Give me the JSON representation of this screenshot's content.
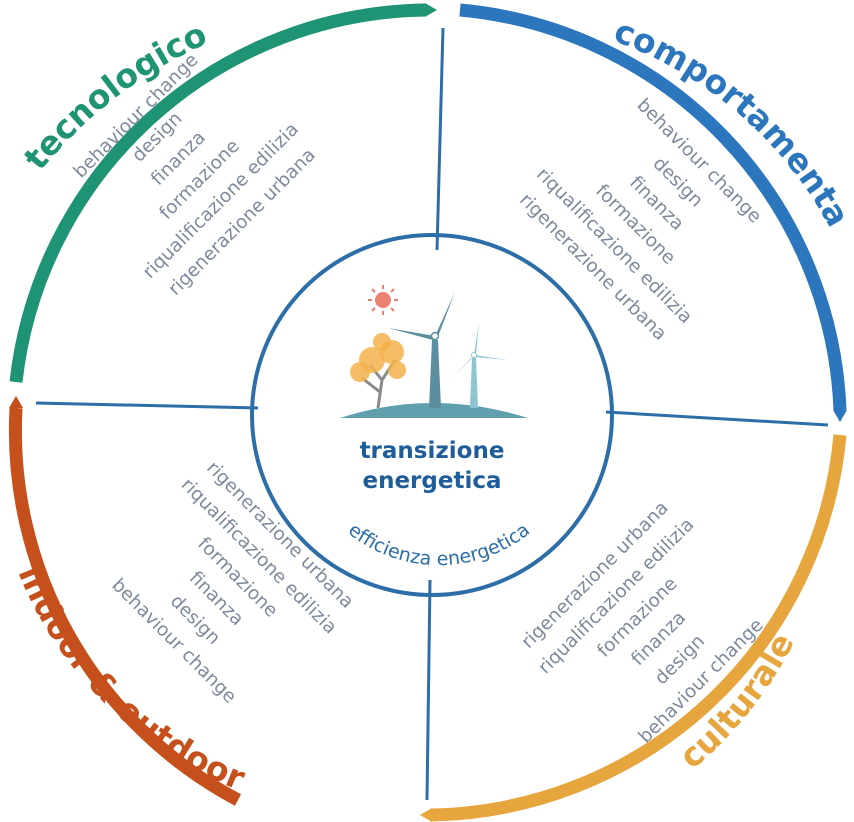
{
  "colors": {
    "tecnologico": "#1e9474",
    "comportamentale": "#2b76bd",
    "culturale": "#e7a53e",
    "indoor_outdoor": "#c6501c",
    "divider": "#2d6ea8",
    "center_title": "#1e5d99",
    "item_text": "#7e8a9b"
  },
  "center": {
    "title_line1": "transizione",
    "title_line2": "energetica",
    "subtitle": "efficienza energetica",
    "illustration": {
      "icons": [
        "sun-icon",
        "tree-icon",
        "wind-turbine-icon",
        "wind-turbine-small-icon",
        "hill-icon"
      ]
    }
  },
  "quadrants": {
    "tecnologico": {
      "title": "tecnologico",
      "items": [
        "behaviour change",
        "design",
        "finanza",
        "formazione",
        "riqualificazione edilizia",
        "rigenerazione urbana"
      ]
    },
    "comportamentale": {
      "title": "comportamentale",
      "items": [
        "behaviour change",
        "design",
        "finanza",
        "formazione",
        "riqualificazione edilizia",
        "rigenerazione urbana"
      ]
    },
    "culturale": {
      "title": "culturale",
      "items": [
        "rigenerazione urbana",
        "riqualificazione edilizia",
        "formazione",
        "finanza",
        "design",
        "behaviour change"
      ]
    },
    "indoor_outdoor": {
      "title": "indoor & outdoor",
      "items": [
        "rigenerazione urbana",
        "riqualificazione edilizia",
        "formazione",
        "finanza",
        "design",
        "behaviour change"
      ]
    }
  }
}
